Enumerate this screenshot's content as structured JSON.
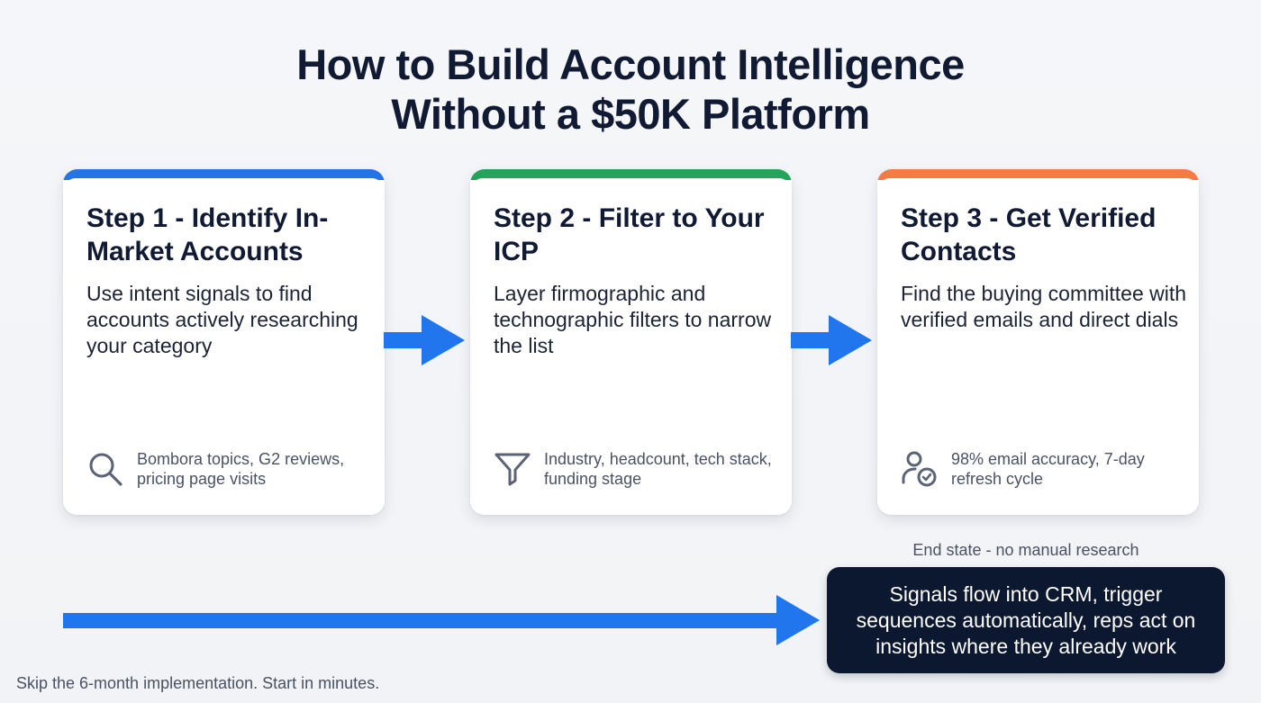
{
  "title": {
    "line1": "How to Build Account Intelligence",
    "line2": "Without a $50K Platform"
  },
  "colors": {
    "step1_accent": "#2474e8",
    "step2_accent": "#22a55a",
    "step3_accent": "#f57a45",
    "arrow": "#2176ee",
    "end_box_bg": "#0c1730",
    "heading_text": "#111a33",
    "muted_text": "#4a5263"
  },
  "steps": [
    {
      "heading": "Step 1 - Identify In-Market Accounts",
      "description": "Use intent signals to find accounts actively researching your category",
      "icon": "search-icon",
      "detail": "Bombora topics, G2 reviews, pricing page visits"
    },
    {
      "heading": "Step 2 - Filter to Your ICP",
      "description": "Layer firmographic and technographic filters to narrow the list",
      "icon": "filter-icon",
      "detail": "Industry, headcount, tech stack, funding stage"
    },
    {
      "heading": "Step 3 - Get Verified Contacts",
      "description": "Find the buying committee with verified emails and direct dials",
      "icon": "user-check-icon",
      "detail": "98% email accuracy, 7-day refresh cycle"
    }
  ],
  "end_state": {
    "label": "End state - no manual research",
    "text": "Signals flow into CRM, trigger sequences automatically, reps act on insights where they already work"
  },
  "footer": "Skip the 6-month implementation. Start in minutes."
}
